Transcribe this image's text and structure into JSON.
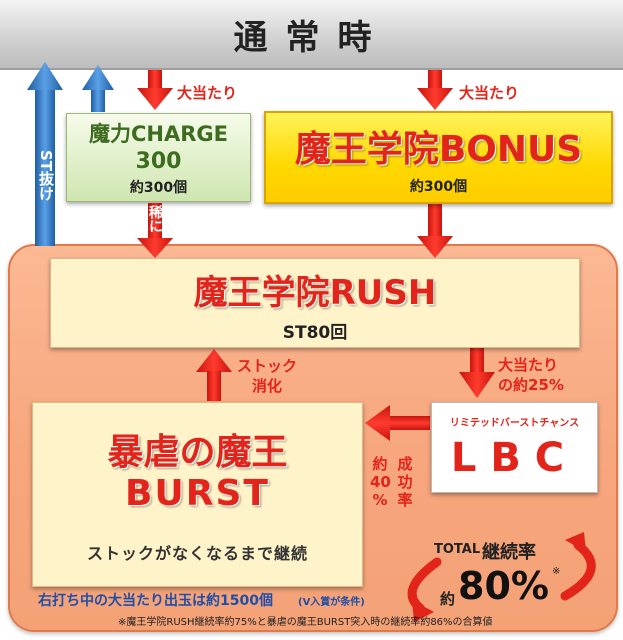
{
  "top": {
    "title": "通常時"
  },
  "arrows": {
    "hit_left": "大当たり",
    "hit_right": "大当たり",
    "st_exit": "ST抜け",
    "rare": "稀に",
    "stock_consume": [
      "ストック",
      "消化"
    ],
    "to_lbc": [
      "大当たり",
      "の約25%"
    ],
    "success": [
      "約",
      "40",
      "%"
    ],
    "success2": [
      "成",
      "功",
      "率"
    ]
  },
  "charge": {
    "title": "魔力CHARGE",
    "number": "300",
    "sub": "約300個"
  },
  "bonus": {
    "title": "魔王学院BONUS",
    "sub": "約300個"
  },
  "rush": {
    "title": "魔王学院RUSH",
    "sub": "ST80回"
  },
  "burst": {
    "title": "暴虐の魔王",
    "title2": "BURST",
    "sub": "ストックがなくなるまで継続"
  },
  "lbc": {
    "caption": "リミテッドバーストチャンス",
    "title": "LBC"
  },
  "total": {
    "label": "TOTAL",
    "label2": "継続率",
    "prefix": "約",
    "value": "80%",
    "mark": "※"
  },
  "footer": {
    "payout": "右打ち中の大当たり出玉は約1500個",
    "payout_note": "(V入賞が条件)",
    "footnote": "※魔王学院RUSH継続率約75%と暴虐の魔王BURST突入時の継続率約86%の合算値"
  },
  "colors": {
    "accent": "#e2241a",
    "region": "#f7a67d",
    "bonus": "#ffd800",
    "charge": "#cfe6b0",
    "blue": "#2a6fb7"
  }
}
